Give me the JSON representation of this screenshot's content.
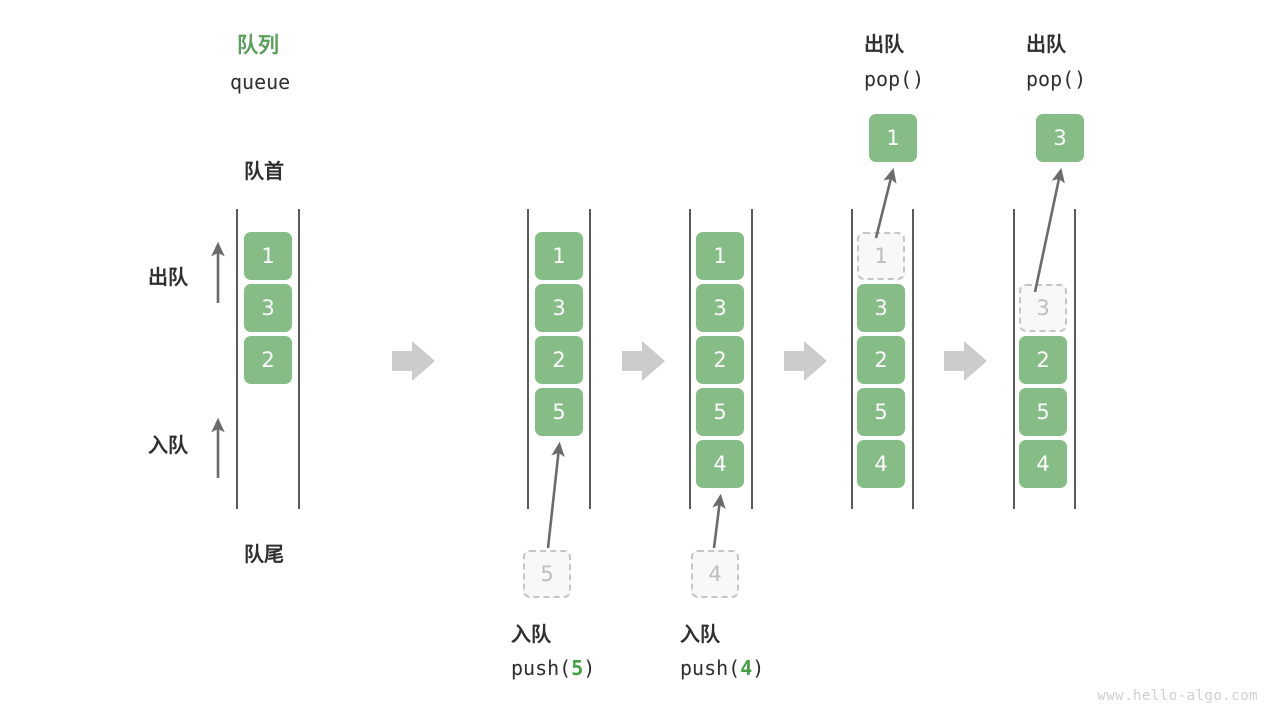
{
  "diagram": {
    "title_cn": "队列",
    "title_en": "queue",
    "front_label": "队首",
    "rear_label": "队尾",
    "dequeue_label": "出队",
    "enqueue_label": "入队",
    "watermark": "www.hello-algo.com",
    "colors": {
      "element_fill": "#86bc86",
      "element_text": "#ffffff",
      "ghost_fill": "#f8f8f8",
      "ghost_border": "#c6c6c6",
      "ghost_text": "#bdbdbd",
      "rail": "#5a5a5a",
      "accent_green": "#46a046",
      "title_green": "#5aa05a",
      "step_arrow": "#cccccc",
      "action_arrow": "#6b6b6b",
      "watermark": "#cfcfcf"
    }
  },
  "steps": [
    {
      "id": "initial",
      "caption_cn": "",
      "caption_code": "",
      "header_cn": "",
      "header_code": "",
      "cells": [
        "1",
        "3",
        "2"
      ],
      "ghost_index": -1,
      "incoming": null,
      "popped": null
    },
    {
      "id": "push-5",
      "caption_cn": "入队",
      "caption_code_prefix": "push(",
      "caption_code_value": "5",
      "caption_code_suffix": ")",
      "header_cn": "",
      "header_code": "",
      "cells": [
        "1",
        "3",
        "2",
        "5"
      ],
      "ghost_index": -1,
      "incoming": "5",
      "popped": null
    },
    {
      "id": "push-4",
      "caption_cn": "入队",
      "caption_code_prefix": "push(",
      "caption_code_value": "4",
      "caption_code_suffix": ")",
      "header_cn": "",
      "header_code": "",
      "cells": [
        "1",
        "3",
        "2",
        "5",
        "4"
      ],
      "ghost_index": -1,
      "incoming": "4",
      "popped": null
    },
    {
      "id": "pop-1",
      "caption_cn": "",
      "caption_code": "",
      "header_cn": "出队",
      "header_code": "pop()",
      "cells": [
        "1",
        "3",
        "2",
        "5",
        "4"
      ],
      "ghost_index": 0,
      "incoming": null,
      "popped": "1"
    },
    {
      "id": "pop-3",
      "caption_cn": "",
      "caption_code": "",
      "header_cn": "出队",
      "header_code": "pop()",
      "cells": [
        "3",
        "2",
        "5",
        "4"
      ],
      "ghost_index": 0,
      "incoming": null,
      "popped": "3"
    }
  ]
}
